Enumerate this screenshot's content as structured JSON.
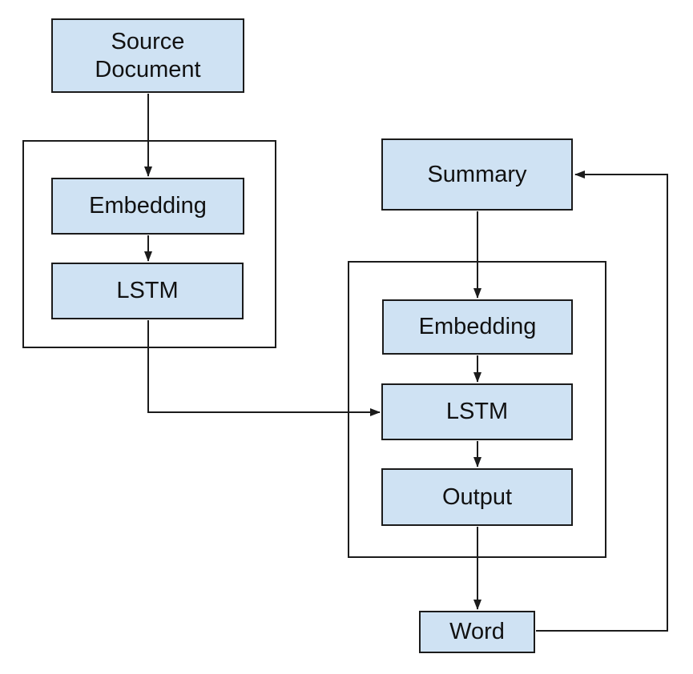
{
  "diagram": {
    "type": "flowchart",
    "description": "Sequence-to-sequence text summarization architecture with encoder, decoder and feedback loop",
    "colors": {
      "node_fill": "#cfe2f3",
      "node_border": "#1b1b1b",
      "container_fill": "#ffffff",
      "connector": "#1b1b1b",
      "background": "#ffffff",
      "text": "#111111"
    },
    "nodes": {
      "source_document": {
        "label": "Source Document"
      },
      "encoder_embedding": {
        "label": "Embedding"
      },
      "encoder_lstm": {
        "label": "LSTM"
      },
      "summary": {
        "label": "Summary"
      },
      "decoder_embedding": {
        "label": "Embedding"
      },
      "decoder_lstm": {
        "label": "LSTM"
      },
      "output": {
        "label": "Output"
      },
      "word": {
        "label": "Word"
      }
    },
    "containers": {
      "encoder": {
        "contains": [
          "encoder_embedding",
          "encoder_lstm"
        ]
      },
      "decoder": {
        "contains": [
          "decoder_embedding",
          "decoder_lstm",
          "output"
        ]
      }
    },
    "edges": [
      {
        "from": "source_document",
        "to": "encoder_embedding",
        "style": "arrow-down"
      },
      {
        "from": "encoder_embedding",
        "to": "encoder_lstm",
        "style": "arrow-down"
      },
      {
        "from": "encoder_lstm",
        "to": "decoder_lstm",
        "style": "elbow-down-right-arrow"
      },
      {
        "from": "summary",
        "to": "decoder_embedding",
        "style": "arrow-down"
      },
      {
        "from": "decoder_embedding",
        "to": "decoder_lstm",
        "style": "arrow-down"
      },
      {
        "from": "decoder_lstm",
        "to": "output",
        "style": "arrow-down"
      },
      {
        "from": "output",
        "to": "word",
        "style": "arrow-down"
      },
      {
        "from": "word",
        "to": "summary",
        "style": "elbow-right-up-left-arrow"
      }
    ]
  }
}
